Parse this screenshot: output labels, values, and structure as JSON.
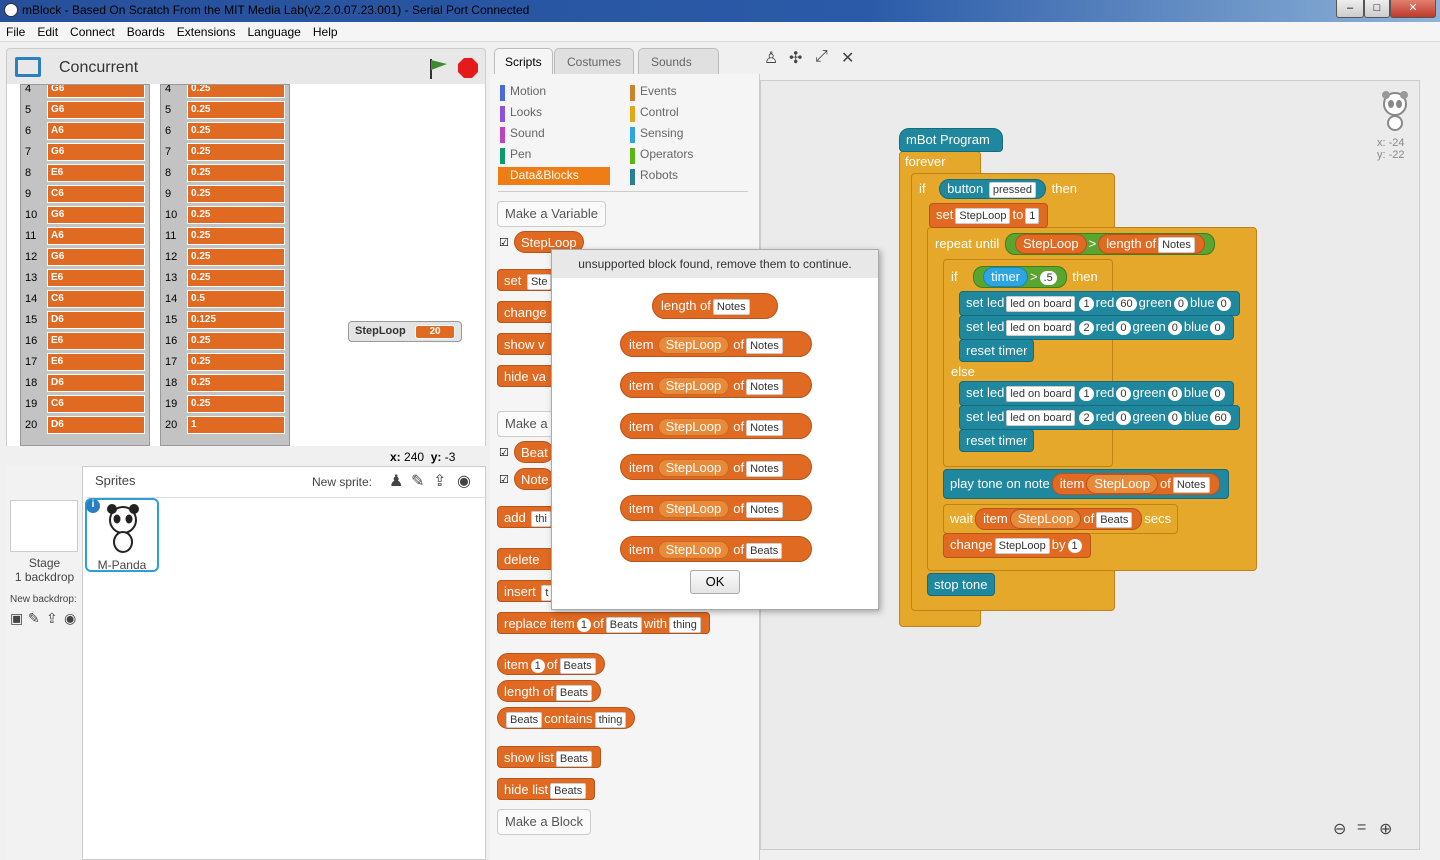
{
  "window": {
    "title": "mBlock - Based On Scratch From the MIT Media Lab(v2.2.0.07.23.001) - Serial Port Connected",
    "minimize": "–",
    "maximize": "□",
    "close": "✕"
  },
  "menu": [
    "File",
    "Edit",
    "Connect",
    "Boards",
    "Extensions",
    "Language",
    "Help"
  ],
  "stage": {
    "title": "Concurrent",
    "x_label": "x:",
    "x_value": "240",
    "y_label": "y:",
    "y_value": "-3"
  },
  "list_notes": {
    "rows": [
      [
        "4",
        "G6"
      ],
      [
        "5",
        "G6"
      ],
      [
        "6",
        "A6"
      ],
      [
        "7",
        "G6"
      ],
      [
        "8",
        "E6"
      ],
      [
        "9",
        "C6"
      ],
      [
        "10",
        "G6"
      ],
      [
        "11",
        "A6"
      ],
      [
        "12",
        "G6"
      ],
      [
        "13",
        "E6"
      ],
      [
        "14",
        "C6"
      ],
      [
        "15",
        "D6"
      ],
      [
        "16",
        "E6"
      ],
      [
        "17",
        "E6"
      ],
      [
        "18",
        "D6"
      ],
      [
        "19",
        "C6"
      ],
      [
        "20",
        "D6"
      ]
    ]
  },
  "list_beats": {
    "rows": [
      [
        "4",
        "0.25"
      ],
      [
        "5",
        "0.25"
      ],
      [
        "6",
        "0.25"
      ],
      [
        "7",
        "0.25"
      ],
      [
        "8",
        "0.25"
      ],
      [
        "9",
        "0.25"
      ],
      [
        "10",
        "0.25"
      ],
      [
        "11",
        "0.25"
      ],
      [
        "12",
        "0.25"
      ],
      [
        "13",
        "0.25"
      ],
      [
        "14",
        "0.5"
      ],
      [
        "15",
        "0.125"
      ],
      [
        "16",
        "0.25"
      ],
      [
        "17",
        "0.25"
      ],
      [
        "18",
        "0.25"
      ],
      [
        "19",
        "0.25"
      ],
      [
        "20",
        "1"
      ]
    ]
  },
  "var_monitor": {
    "name": "StepLoop",
    "value": "20"
  },
  "sprites": {
    "header": "Sprites",
    "new_sprite": "New sprite:",
    "stage_label": "Stage",
    "backdrop_count": "1 backdrop",
    "new_backdrop": "New backdrop:",
    "sprite_name": "M-Panda"
  },
  "tabs": [
    "Scripts",
    "Costumes",
    "Sounds"
  ],
  "categories": {
    "left": [
      {
        "label": "Motion",
        "color": "#4a6cd4"
      },
      {
        "label": "Looks",
        "color": "#8a55d7"
      },
      {
        "label": "Sound",
        "color": "#bb42c3"
      },
      {
        "label": "Pen",
        "color": "#0e9a6c"
      },
      {
        "label": "Data&Blocks",
        "color": "#ee7d16"
      }
    ],
    "right": [
      {
        "label": "Events",
        "color": "#c88330"
      },
      {
        "label": "Control",
        "color": "#e1a91a"
      },
      {
        "label": "Sensing",
        "color": "#2ca5e2"
      },
      {
        "label": "Operators",
        "color": "#5cb712"
      },
      {
        "label": "Robots",
        "color": "#2a7f93"
      }
    ]
  },
  "palette": {
    "make_variable": "Make a Variable",
    "steploop": "StepLoop",
    "set": "set",
    "set_arg": "Ste",
    "change": "change",
    "show_v": "show v",
    "hide_va": "hide va",
    "make_a": "Make a",
    "beat": "Beat",
    "note": "Note",
    "add": "add",
    "add_arg": "thi",
    "delete": "delete",
    "insert": "insert",
    "insert_arg": "t",
    "replace": {
      "w1": "replace item",
      "n": "1",
      "w2": "of",
      "list": "Beats",
      "w3": "with",
      "thing": "thing"
    },
    "item": {
      "w1": "item",
      "n": "1",
      "w2": "of",
      "list": "Beats"
    },
    "length": {
      "w1": "length of",
      "list": "Beats"
    },
    "contains": {
      "list": "Beats",
      "w": "contains",
      "thing": "thing"
    },
    "show_list": {
      "w": "show list",
      "list": "Beats"
    },
    "hide_list": {
      "w": "hide list",
      "list": "Beats"
    },
    "make_block": "Make a Block"
  },
  "dialog": {
    "header": "unsupported block found, remove them to continue.",
    "length_block": {
      "w": "length of",
      "list": "Notes"
    },
    "items": [
      {
        "list": "Notes"
      },
      {
        "list": "Notes"
      },
      {
        "list": "Notes"
      },
      {
        "list": "Notes"
      },
      {
        "list": "Notes"
      },
      {
        "list": "Beats"
      }
    ],
    "item_word": "item",
    "var": "StepLoop",
    "of_word": "of",
    "ok": "OK"
  },
  "script": {
    "hat": "mBot Program",
    "forever": "forever",
    "if": "if",
    "then": "then",
    "button": "button",
    "pressed": "pressed",
    "set": "set",
    "steploop": "StepLoop",
    "to": "to",
    "one": "1",
    "repeat_until": "repeat until",
    "gt": ">",
    "length_of": "length of",
    "notes": "Notes",
    "beats": "Beats",
    "timer": "timer",
    "half": ".5",
    "set_led": "set led",
    "led_on_board": "led on board",
    "red": "red",
    "green": "green",
    "blue": "blue",
    "leds": [
      [
        "1",
        "60",
        "0",
        "0"
      ],
      [
        "2",
        "0",
        "0",
        "0"
      ],
      [
        "1",
        "0",
        "0",
        "0"
      ],
      [
        "2",
        "0",
        "0",
        "60"
      ]
    ],
    "reset_timer": "reset timer",
    "else": "else",
    "play_tone": "play tone on note",
    "item": "item",
    "of": "of",
    "wait": "wait",
    "secs": "secs",
    "change": "change",
    "by": "by",
    "stop_tone": "stop tone"
  },
  "sprite_coords": {
    "x": "x: -24",
    "y": "y: -22"
  }
}
